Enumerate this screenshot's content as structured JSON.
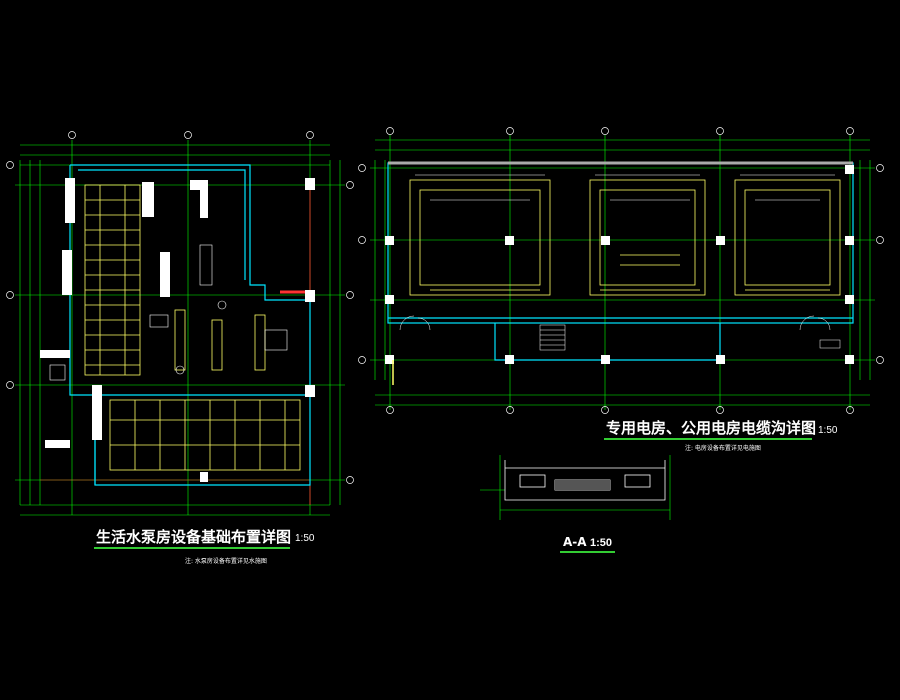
{
  "colors": {
    "background": "#000000",
    "wall": "#ffffff",
    "dimension": "#00ff00",
    "inner_line": "#00e5ff",
    "equipment": "#ffff66",
    "cable": "#ff3333",
    "accent_green": "#33cc33"
  },
  "drawings": {
    "pump_room": {
      "title": "生活水泵房设备基础布置详图",
      "scale": "1:50",
      "note": "注: 水泵房设备布置详见水施图"
    },
    "electric_room": {
      "title": "专用电房、公用电房电缆沟详图",
      "scale": "1:50",
      "note": "注: 电房设备布置详见电施图"
    },
    "section": {
      "title": "A-A",
      "scale": "1:50"
    }
  }
}
